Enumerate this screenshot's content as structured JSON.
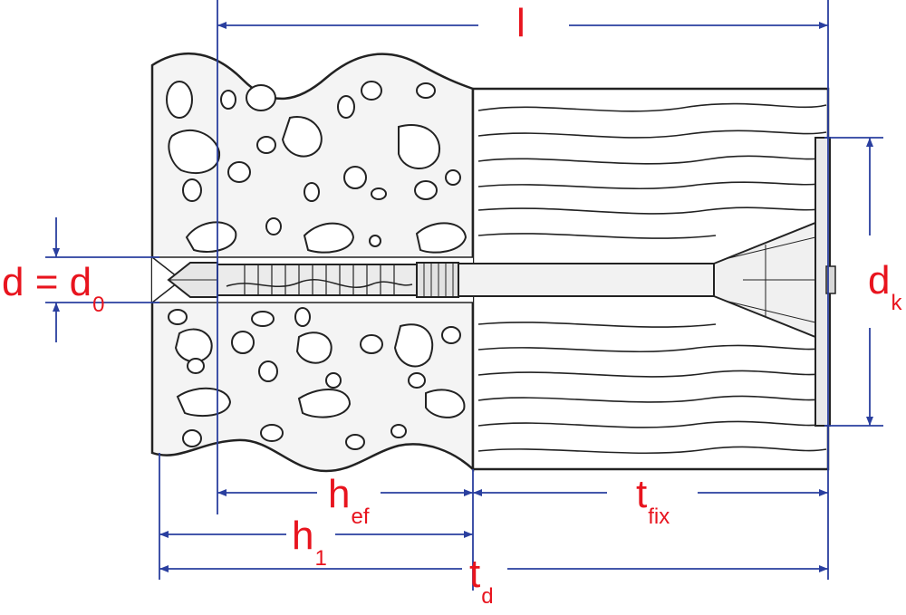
{
  "dimensions": {
    "l": "l",
    "d_main": "d = d",
    "d_sub": "0",
    "dk_main": "d",
    "dk_sub": "k",
    "hef_main": "h",
    "hef_sub": "ef",
    "tfix_main": "t",
    "tfix_sub": "fix",
    "h1_main": "h",
    "h1_sub": "1",
    "td_main": "t",
    "td_sub": "d"
  },
  "colors": {
    "label": "#e8141e",
    "dimension_line": "#2a3f9f",
    "outline": "#222222"
  }
}
